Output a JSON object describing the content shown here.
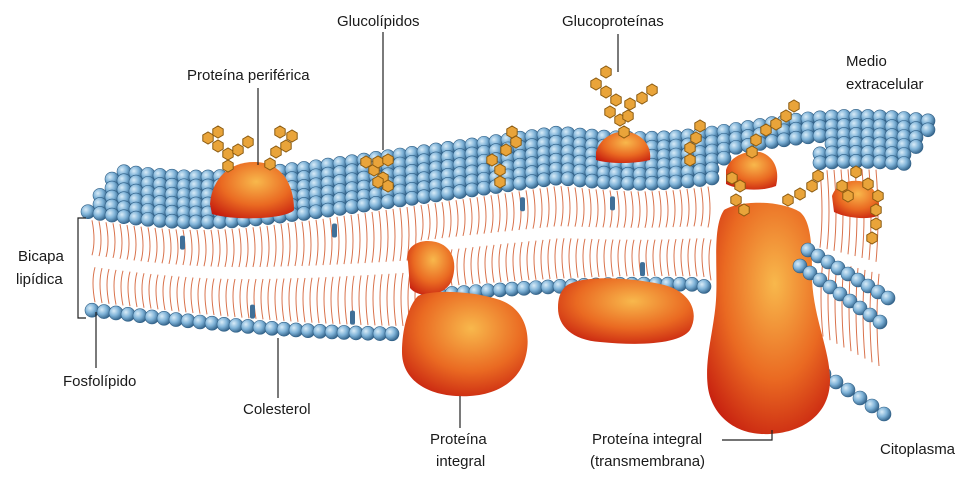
{
  "labels": {
    "glucolipidos": "Glucolípidos",
    "glucoproteinas": "Glucoproteínas",
    "proteina_periferica": "Proteína periférica",
    "medio_extracelular_1": "Medio",
    "medio_extracelular_2": "extracelular",
    "bicapa_1": "Bicapa",
    "bicapa_2": "lipídica",
    "fosfolipido": "Fosfolípido",
    "colesterol": "Colesterol",
    "proteina_integral_1": "Proteína",
    "proteina_integral_2": "integral",
    "proteina_transmembrana_1": "Proteína integral",
    "proteina_transmembrana_2": "(transmembrana)",
    "citoplasma": "Citoplasma"
  },
  "colors": {
    "phospholipid_head": "#6fa6cf",
    "phospholipid_head_dark": "#2f5f86",
    "lipid_tail": "#d9734d",
    "cholesterol": "#3f6f98",
    "protein_light": "#f6b24a",
    "protein_dark": "#c7200f",
    "sugar_fill": "#e9a43a",
    "sugar_stroke": "#8a5a10",
    "leader_line": "#222222"
  }
}
